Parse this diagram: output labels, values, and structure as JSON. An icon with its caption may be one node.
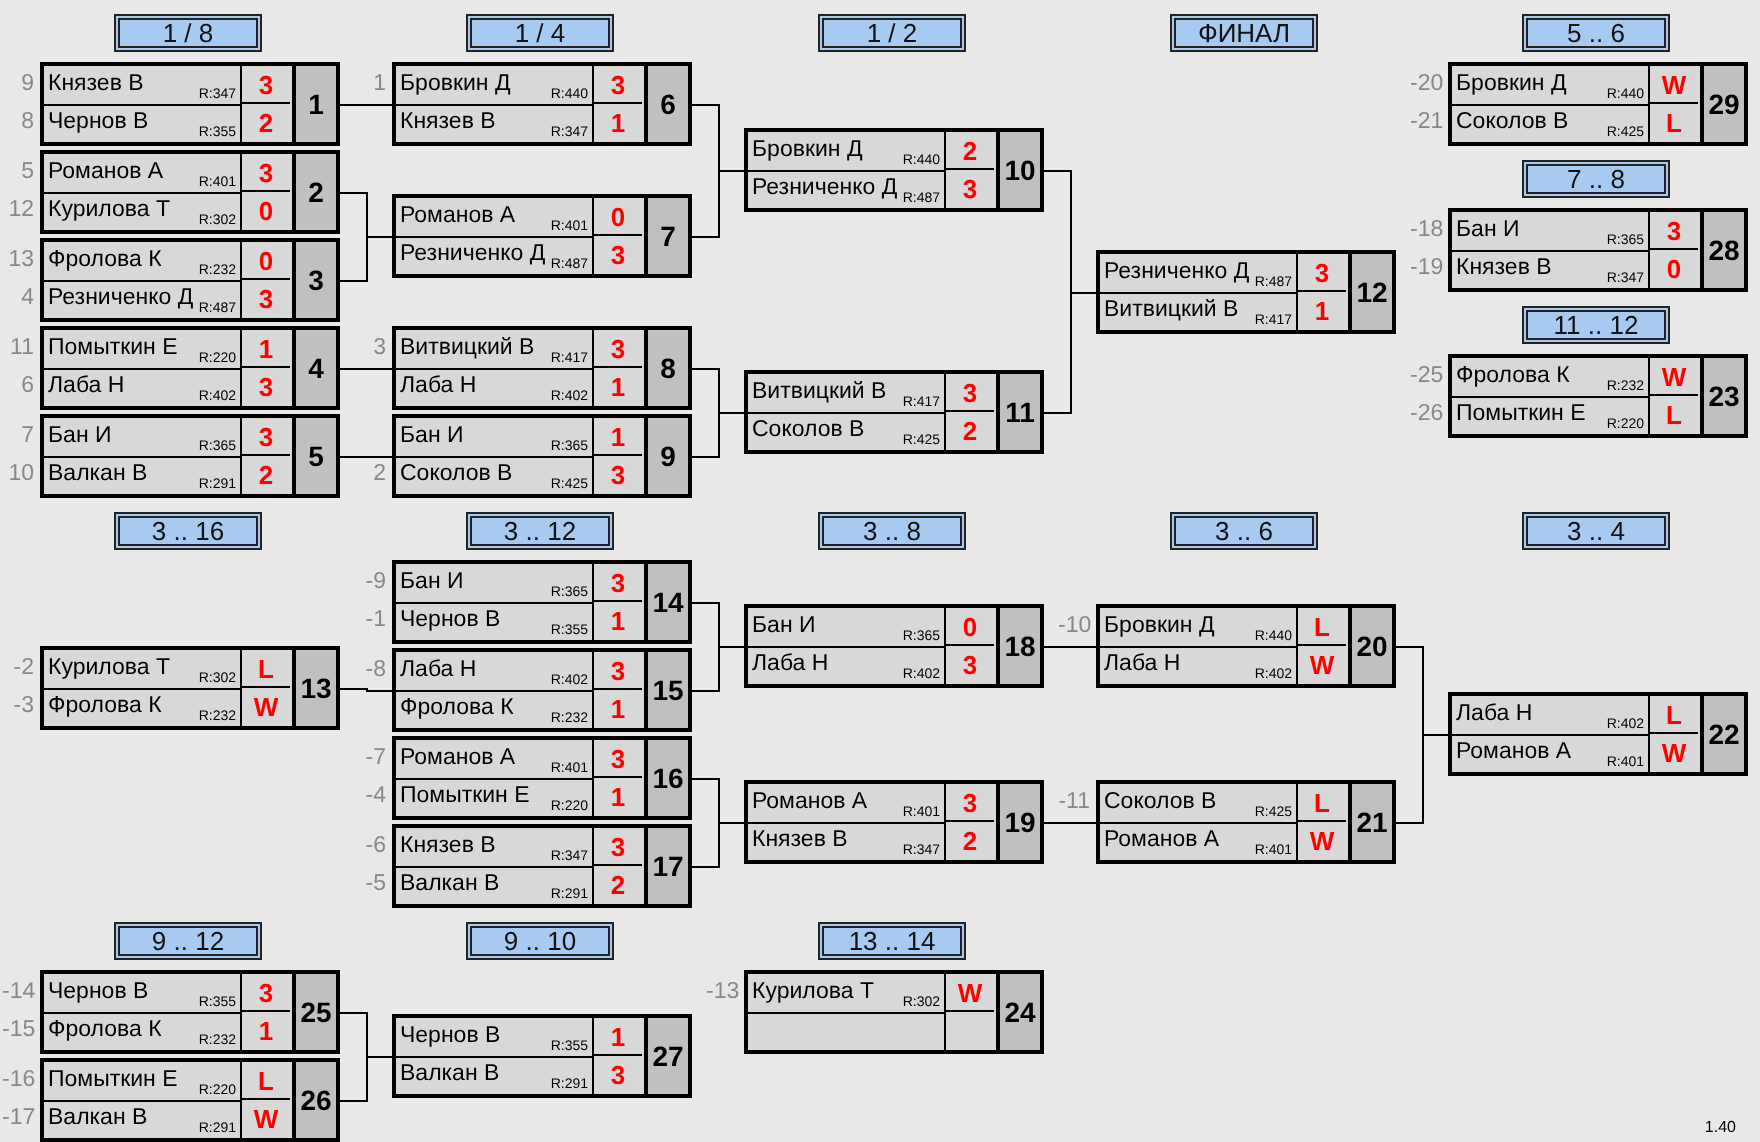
{
  "diagram": {
    "nodes": [
      {
        "text": [
          "1 / 8"
        ]
      },
      {
        "text": [
          "Князев В",
          "R:347",
          "3",
          "Чернов В",
          "R:355",
          "2",
          "1"
        ],
        "beside": [
          "9",
          "8"
        ]
      },
      {
        "text": [
          "Романов А",
          "R:401",
          "3",
          "Курилова Т",
          "R:302",
          "0",
          "2"
        ],
        "beside": [
          "5",
          "12"
        ]
      },
      {
        "text": [
          "Фролова К",
          "R:232",
          "0",
          "Резниченко Д",
          "R:487",
          "3",
          "3"
        ],
        "beside": [
          "13",
          "4"
        ]
      },
      {
        "text": [
          "Помыткин Е",
          "R:220",
          "1",
          "Лаба Н",
          "R:402",
          "3",
          "4"
        ],
        "beside": [
          "11",
          "6"
        ]
      },
      {
        "text": [
          "Бан И",
          "R:365",
          "3",
          "Валкан В",
          "R:291",
          "2",
          "5"
        ],
        "beside": [
          "7",
          "10"
        ]
      },
      {
        "text": [
          "1 / 4"
        ]
      },
      {
        "text": [
          "Бровкин Д",
          "R:440",
          "3",
          "Князев В",
          "R:347",
          "1",
          "6"
        ],
        "beside": [
          "1"
        ]
      },
      {
        "text": [
          "Романов А",
          "R:401",
          "0",
          "Резниченко Д",
          "R:487",
          "3",
          "7"
        ]
      },
      {
        "text": [
          "Витвицкий В",
          "R:417",
          "3",
          "Лаба Н",
          "R:402",
          "1",
          "8"
        ],
        "beside": [
          "3"
        ]
      },
      {
        "text": [
          "Бан И",
          "R:365",
          "1",
          "Соколов В",
          "R:425",
          "3",
          "9"
        ],
        "beside": [
          "2"
        ]
      },
      {
        "text": [
          "1 / 2"
        ]
      },
      {
        "text": [
          "Бровкин Д",
          "R:440",
          "2",
          "Резниченко Д",
          "R:487",
          "3",
          "10"
        ]
      },
      {
        "text": [
          "Витвицкий В",
          "R:417",
          "3",
          "Соколов В",
          "R:425",
          "2",
          "11"
        ]
      },
      {
        "text": [
          "ФИНАЛ"
        ]
      },
      {
        "text": [
          "Резниченко Д",
          "R:487",
          "3",
          "Витвицкий В",
          "R:417",
          "1",
          "12"
        ]
      },
      {
        "text": [
          "5 .. 6"
        ]
      },
      {
        "text": [
          "Бровкин Д",
          "R:440",
          "W",
          "Соколов В",
          "R:425",
          "L",
          "29"
        ],
        "beside": [
          "-20",
          "-21"
        ]
      },
      {
        "text": [
          "7 .. 8"
        ]
      },
      {
        "text": [
          "Бан И",
          "R:365",
          "3",
          "Князев В",
          "R:347",
          "0",
          "28"
        ],
        "beside": [
          "-18",
          "-19"
        ]
      },
      {
        "text": [
          "11 .. 12"
        ]
      },
      {
        "text": [
          "Фролова К",
          "R:232",
          "W",
          "Помыткин Е",
          "R:220",
          "L",
          "23"
        ],
        "beside": [
          "-25",
          "-26"
        ]
      },
      {
        "text": [
          "3 .. 16"
        ]
      },
      {
        "text": [
          "Курилова Т",
          "R:302",
          "L",
          "Фролова К",
          "R:232",
          "W",
          "13"
        ],
        "beside": [
          "-2",
          "-3"
        ]
      },
      {
        "text": [
          "3 .. 12"
        ]
      },
      {
        "text": [
          "Бан И",
          "R:365",
          "3",
          "Чернов В",
          "R:355",
          "1",
          "14"
        ],
        "beside": [
          "-9",
          "-1"
        ]
      },
      {
        "text": [
          "Лаба Н",
          "R:402",
          "3",
          "Фролова К",
          "R:232",
          "1",
          "15"
        ],
        "beside": [
          "-8"
        ]
      },
      {
        "text": [
          "Романов А",
          "R:401",
          "3",
          "Помыткин Е",
          "R:220",
          "1",
          "16"
        ],
        "beside": [
          "-7",
          "-4"
        ]
      },
      {
        "text": [
          "Князев В",
          "R:347",
          "3",
          "Валкан В",
          "R:291",
          "2",
          "17"
        ],
        "beside": [
          "-6",
          "-5"
        ]
      },
      {
        "text": [
          "3 .. 8"
        ]
      },
      {
        "text": [
          "Бан И",
          "R:365",
          "0",
          "Лаба Н",
          "R:402",
          "3",
          "18"
        ]
      },
      {
        "text": [
          "Романов А",
          "R:401",
          "3",
          "Князев В",
          "R:347",
          "2",
          "19"
        ]
      },
      {
        "text": [
          "3 .. 6"
        ]
      },
      {
        "text": [
          "Бровкин Д",
          "R:440",
          "L",
          "Лаба Н",
          "R:402",
          "W",
          "20"
        ],
        "beside": [
          "-10"
        ]
      },
      {
        "text": [
          "Соколов В",
          "R:425",
          "L",
          "Романов А",
          "R:401",
          "W",
          "21"
        ],
        "beside": [
          "-11"
        ]
      },
      {
        "text": [
          "3 .. 4"
        ]
      },
      {
        "text": [
          "Лаба Н",
          "R:402",
          "L",
          "Романов А",
          "R:401",
          "W",
          "22"
        ]
      },
      {
        "text": [
          "9 .. 12"
        ]
      },
      {
        "text": [
          "Чернов В",
          "R:355",
          "3",
          "Фролова К",
          "R:232",
          "1",
          "25"
        ],
        "beside": [
          "-14",
          "-15"
        ]
      },
      {
        "text": [
          "Помыткин Е",
          "R:220",
          "L",
          "Валкан В",
          "R:291",
          "W",
          "26"
        ],
        "beside": [
          "-16",
          "-17"
        ]
      },
      {
        "text": [
          "9 .. 10"
        ]
      },
      {
        "text": [
          "Чернов В",
          "R:355",
          "1",
          "Валкан В",
          "R:291",
          "3",
          "27"
        ]
      },
      {
        "text": [
          "13 .. 14"
        ]
      },
      {
        "text": [
          "Курилова Т",
          "R:302",
          "W",
          "24"
        ],
        "beside": [
          "-13"
        ]
      }
    ],
    "edges": [
      {
        "from": 1,
        "to": 7,
        "arrow": "none"
      },
      {
        "from": 2,
        "to": 8,
        "arrow": "none"
      },
      {
        "from": 3,
        "to": 8,
        "arrow": "none"
      },
      {
        "from": 4,
        "to": 9,
        "arrow": "none"
      },
      {
        "from": 5,
        "to": 10,
        "arrow": "none"
      },
      {
        "from": 7,
        "to": 12,
        "arrow": "none"
      },
      {
        "from": 8,
        "to": 12,
        "arrow": "none"
      },
      {
        "from": 9,
        "to": 13,
        "arrow": "none"
      },
      {
        "from": 10,
        "to": 13,
        "arrow": "none"
      },
      {
        "from": 12,
        "to": 15,
        "arrow": "none"
      },
      {
        "from": 13,
        "to": 15,
        "arrow": "none"
      },
      {
        "from": 23,
        "to": 26,
        "arrow": "none"
      },
      {
        "from": 25,
        "to": 30,
        "arrow": "none"
      },
      {
        "from": 26,
        "to": 30,
        "arrow": "none"
      },
      {
        "from": 27,
        "to": 31,
        "arrow": "none"
      },
      {
        "from": 28,
        "to": 31,
        "arrow": "none"
      },
      {
        "from": 30,
        "to": 33,
        "arrow": "none"
      },
      {
        "from": 31,
        "to": 34,
        "arrow": "none"
      },
      {
        "from": 33,
        "to": 36,
        "arrow": "none"
      },
      {
        "from": 34,
        "to": 36,
        "arrow": "none"
      },
      {
        "from": 38,
        "to": 41,
        "arrow": "none"
      },
      {
        "from": 39,
        "to": 41,
        "arrow": "none"
      }
    ],
    "labels": [
      "1.40"
    ]
  }
}
